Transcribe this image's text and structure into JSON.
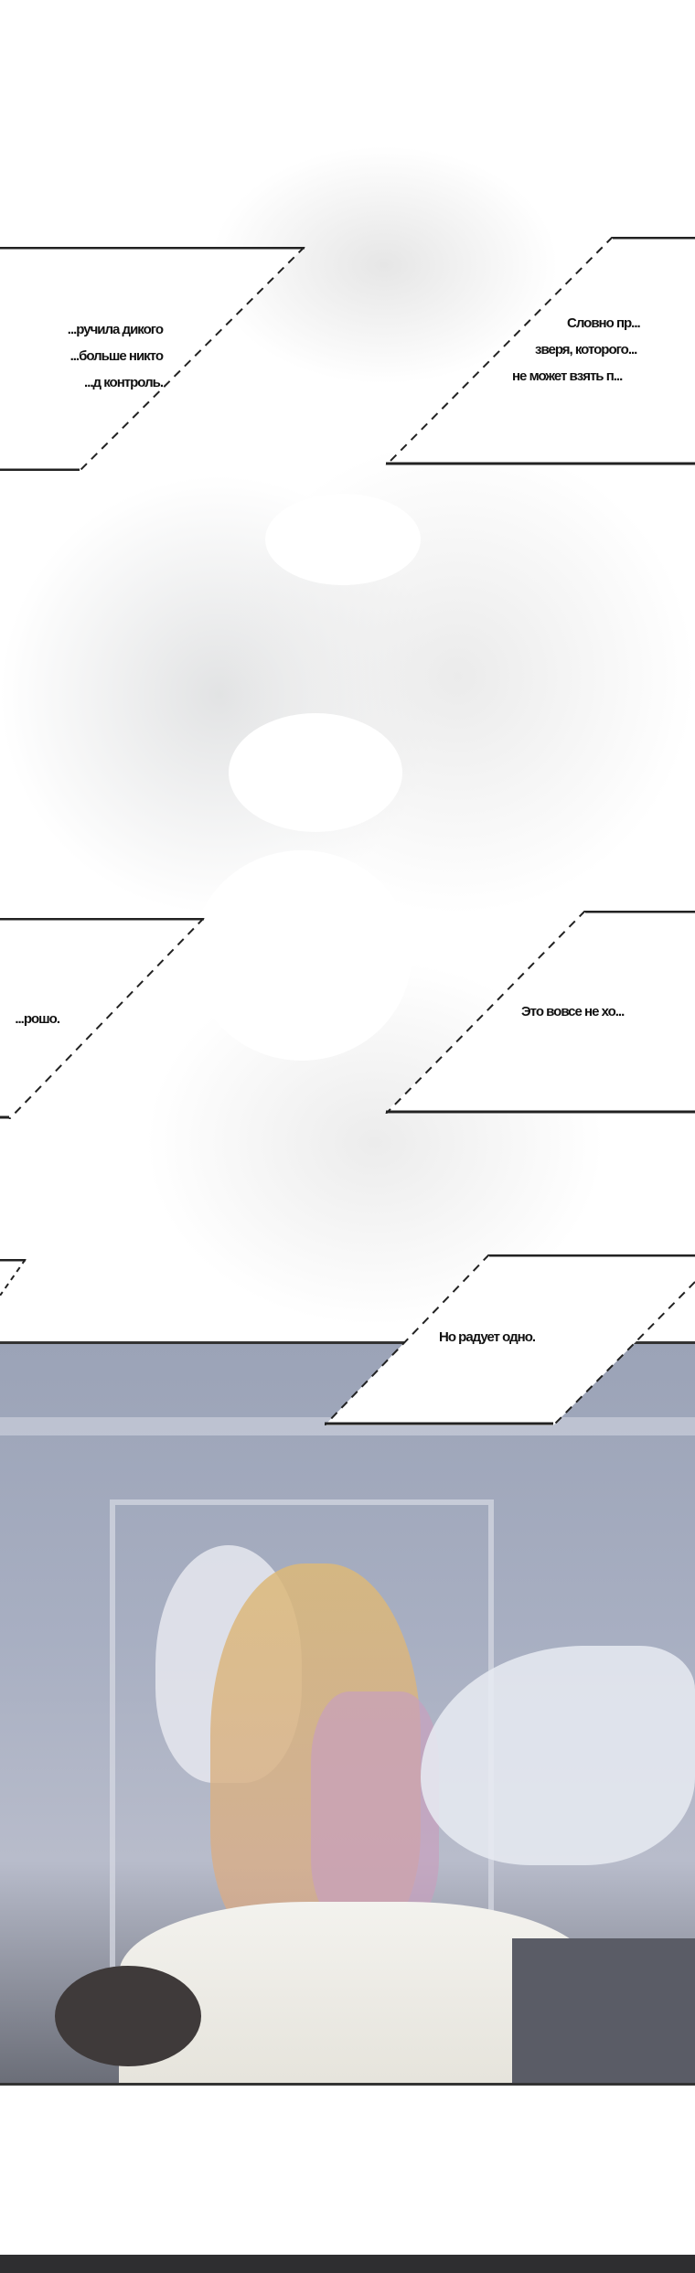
{
  "captions": [
    {
      "id": "caption-1",
      "lines": [
        "...ручила дикого",
        "...больше никто",
        "...д контроль."
      ]
    },
    {
      "id": "caption-2",
      "lines": [
        "Словно пр...",
        "зверя, которого...",
        "не может взять п..."
      ]
    },
    {
      "id": "caption-3",
      "lines": [
        "...рошо."
      ]
    },
    {
      "id": "caption-4",
      "lines": [
        "Это вовсе не хо..."
      ]
    },
    {
      "id": "caption-5",
      "lines": [
        "Но радует одно."
      ]
    }
  ],
  "colors": {
    "panel_tone": "#9ba3b7",
    "bar": "#2e2e30",
    "ink": "#111111"
  }
}
